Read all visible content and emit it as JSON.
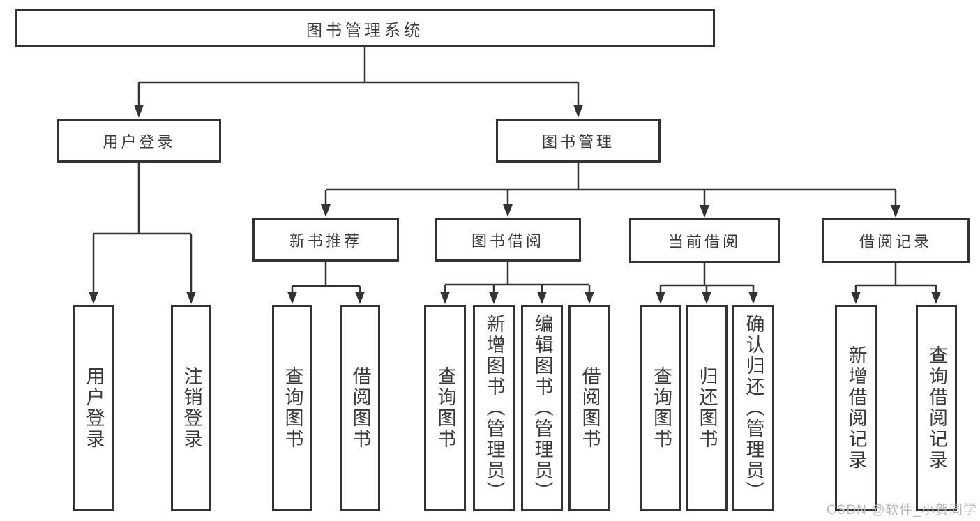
{
  "tree": {
    "label": "图书管理系统",
    "children": [
      {
        "label": "用户登录",
        "children": [
          {
            "label": "用户登录"
          },
          {
            "label": "注销登录"
          }
        ]
      },
      {
        "label": "图书管理",
        "children": [
          {
            "label": "新书推荐",
            "children": [
              {
                "label": "查询图书"
              },
              {
                "label": "借阅图书"
              }
            ]
          },
          {
            "label": "图书借阅",
            "children": [
              {
                "label": "查询图书"
              },
              {
                "label": "新增图书（管理员）"
              },
              {
                "label": "编辑图书（管理员）"
              },
              {
                "label": "借阅图书"
              }
            ]
          },
          {
            "label": "当前借阅",
            "children": [
              {
                "label": "查询图书"
              },
              {
                "label": "归还图书"
              },
              {
                "label": "确认归还（管理员）"
              }
            ]
          },
          {
            "label": "借阅记录",
            "children": [
              {
                "label": "新增借阅记录"
              },
              {
                "label": "查询借阅记录"
              }
            ]
          }
        ]
      }
    ]
  },
  "watermark": "CSDN @软件_小贺同学",
  "colors": {
    "line": "#333333",
    "text": "#3a3a3a",
    "watermark": "#b9b9b9",
    "background": "#ffffff"
  }
}
